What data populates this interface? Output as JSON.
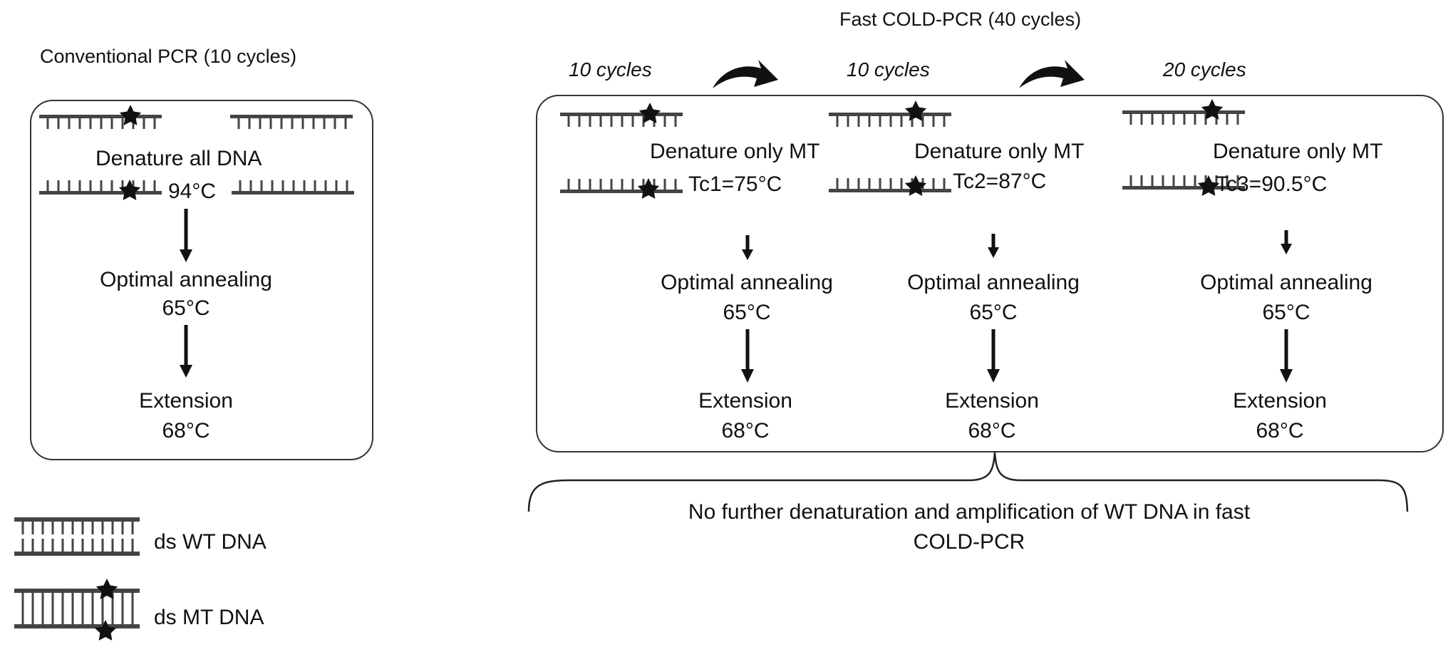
{
  "conventional": {
    "title": "Conventional PCR (10 cycles)",
    "denature": "Denature all DNA",
    "denature_temp": "94°C",
    "annealing": "Optimal annealing",
    "annealing_temp": "65°C",
    "extension": "Extension",
    "extension_temp": "68°C"
  },
  "fast": {
    "title": "Fast COLD-PCR (40 cycles)",
    "stages": [
      {
        "cycles": "10 cycles",
        "denature": "Denature only MT",
        "tc": "Tc1=75°C",
        "annealing": "Optimal annealing",
        "annealing_temp": "65°C",
        "extension": "Extension",
        "extension_temp": "68°C"
      },
      {
        "cycles": "10 cycles",
        "denature": "Denature only MT",
        "tc": "Tc2=87°C",
        "annealing": "Optimal annealing",
        "annealing_temp": "65°C",
        "extension": "Extension",
        "extension_temp": "68°C"
      },
      {
        "cycles": "20 cycles",
        "denature": "Denature only MT",
        "tc": "Tc3=90.5°C",
        "annealing": "Optimal annealing",
        "annealing_temp": "65°C",
        "extension": "Extension",
        "extension_temp": "68°C"
      }
    ],
    "note_line1": "No further denaturation and amplification of WT DNA in fast",
    "note_line2": "COLD-PCR"
  },
  "legend": {
    "wt": "ds WT DNA",
    "mt": "ds MT DNA"
  }
}
